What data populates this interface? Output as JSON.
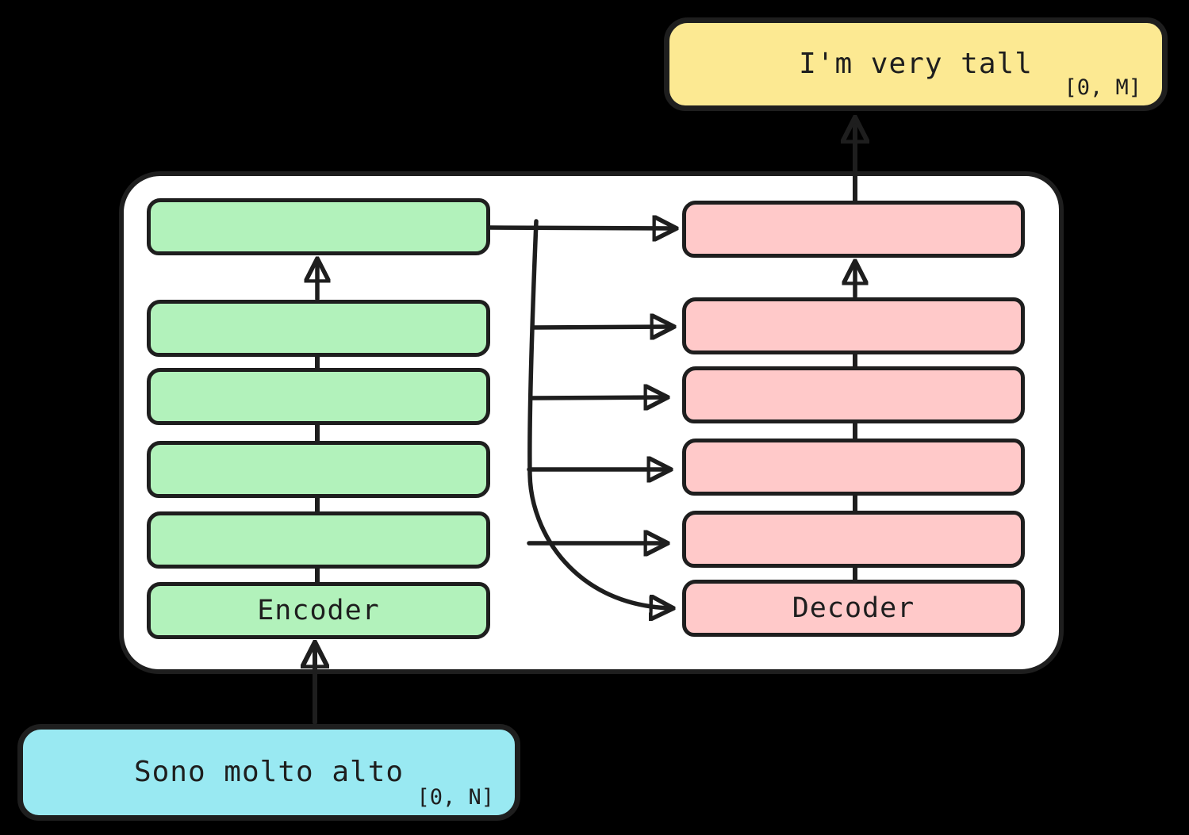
{
  "page": {
    "background": "#000000"
  },
  "diagram": {
    "type": "encoder-decoder sequence-to-sequence architecture",
    "panel": {
      "background": "#ffffff",
      "stroke_color": "#1e1e1e"
    },
    "output_box": {
      "text": "I'm very tall",
      "range_label": "[0, M]",
      "color": "#fce992"
    },
    "input_box": {
      "text": "Sono molto alto",
      "range_label": "[0, N]",
      "color": "#99e9f2"
    },
    "encoder": {
      "label": "Encoder",
      "layer_count": 6,
      "color": "#b2f2bb"
    },
    "decoder": {
      "label": "Decoder",
      "layer_count": 6,
      "color": "#ffc9c9"
    },
    "arrow_color": "#1e1e1e"
  }
}
